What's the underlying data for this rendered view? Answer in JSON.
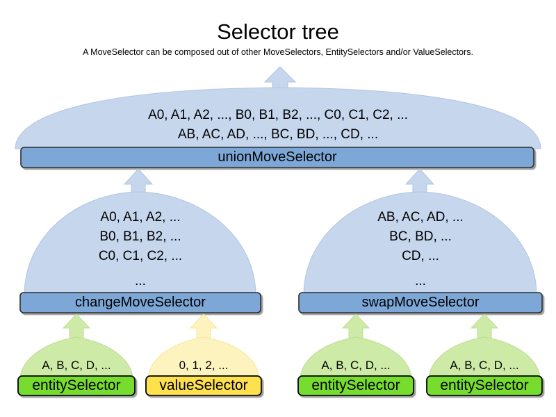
{
  "header": {
    "title": "Selector tree",
    "subtitle": "A MoveSelector can be composed out of other MoveSelectors, EntitySelectors and/or ValueSelectors."
  },
  "colors": {
    "move_dome_fill": "#c5d6ed",
    "move_dome_stroke": "#b2c6e0",
    "move_bar_fill": "#7ba7d7",
    "move_bar_stroke": "#2f2f2f",
    "entity_dome_fill": "#cdeaa6",
    "entity_dome_stroke": "#bcdd94",
    "entity_bar_fill": "#76dd2f",
    "entity_bar_stroke": "#000000",
    "value_dome_fill": "#fdf3bf",
    "value_dome_stroke": "#f5e79a",
    "value_bar_fill": "#ffe04d",
    "value_bar_stroke": "#000000",
    "text": "#000000",
    "background": "#ffffff"
  },
  "nodes": {
    "union": {
      "label": "unionMoveSelector",
      "lines": [
        "A0, A1, A2, ..., B0, B1, B2, ..., C0, C1, C2, ...",
        "AB, AC, AD, ..., BC, BD, ..., CD, ..."
      ]
    },
    "change": {
      "label": "changeMoveSelector",
      "lines": [
        "A0, A1, A2, ...",
        "B0, B1, B2, ...",
        "C0, C1, C2, ...",
        "..."
      ]
    },
    "swap": {
      "label": "swapMoveSelector",
      "lines": [
        "AB, AC, AD, ...",
        "BC, BD, ...",
        "CD, ...",
        "..."
      ]
    },
    "leaves": [
      {
        "label": "entitySelector",
        "values": "A, B, C, D, ...",
        "kind": "entity"
      },
      {
        "label": "valueSelector",
        "values": "0, 1, 2, ...",
        "kind": "value"
      },
      {
        "label": "entitySelector",
        "values": "A, B, C, D, ...",
        "kind": "entity"
      },
      {
        "label": "entitySelector",
        "values": "A, B, C, D, ...",
        "kind": "entity"
      }
    ]
  }
}
